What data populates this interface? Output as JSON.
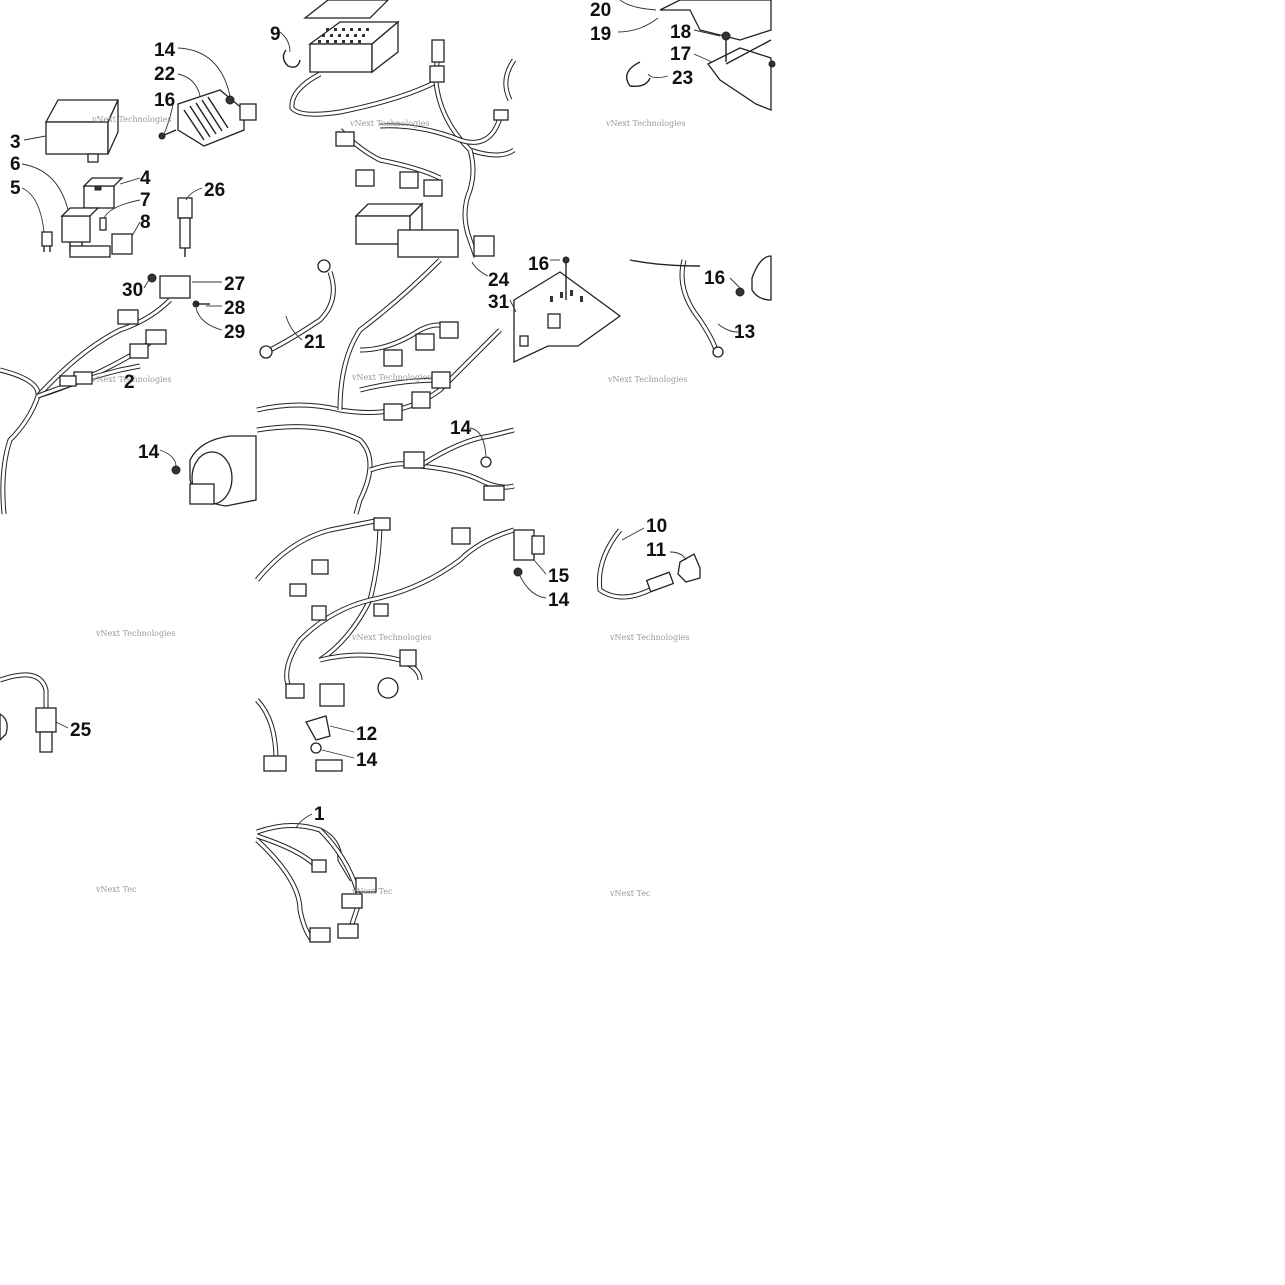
{
  "watermark": {
    "line1": "vNext Technologies",
    "line2": "vNext Tec"
  },
  "callouts": [
    {
      "id": "c20",
      "text": "20"
    },
    {
      "id": "c19",
      "text": "19"
    },
    {
      "id": "c18",
      "text": "18"
    },
    {
      "id": "c17",
      "text": "17"
    },
    {
      "id": "c23",
      "text": "23"
    },
    {
      "id": "c9",
      "text": "9"
    },
    {
      "id": "c14a",
      "text": "14"
    },
    {
      "id": "c22",
      "text": "22"
    },
    {
      "id": "c16a",
      "text": "16"
    },
    {
      "id": "c3",
      "text": "3"
    },
    {
      "id": "c6",
      "text": "6"
    },
    {
      "id": "c4",
      "text": "4"
    },
    {
      "id": "c5",
      "text": "5"
    },
    {
      "id": "c7",
      "text": "7"
    },
    {
      "id": "c26",
      "text": "26"
    },
    {
      "id": "c8",
      "text": "8"
    },
    {
      "id": "c30",
      "text": "30"
    },
    {
      "id": "c27",
      "text": "27"
    },
    {
      "id": "c28",
      "text": "28"
    },
    {
      "id": "c29",
      "text": "29"
    },
    {
      "id": "c2",
      "text": "2"
    },
    {
      "id": "c14b",
      "text": "14"
    },
    {
      "id": "c21",
      "text": "21"
    },
    {
      "id": "c24",
      "text": "24"
    },
    {
      "id": "c16b",
      "text": "16"
    },
    {
      "id": "c31",
      "text": "31"
    },
    {
      "id": "c16c",
      "text": "16"
    },
    {
      "id": "c13",
      "text": "13"
    },
    {
      "id": "c14c",
      "text": "14"
    },
    {
      "id": "c10",
      "text": "10"
    },
    {
      "id": "c11",
      "text": "11"
    },
    {
      "id": "c15",
      "text": "15"
    },
    {
      "id": "c14d",
      "text": "14"
    },
    {
      "id": "c25",
      "text": "25"
    },
    {
      "id": "c12",
      "text": "12"
    },
    {
      "id": "c14e",
      "text": "14"
    },
    {
      "id": "c1",
      "text": "1"
    }
  ]
}
